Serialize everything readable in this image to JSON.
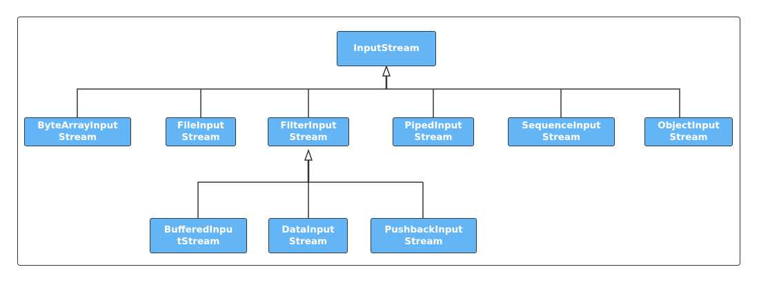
{
  "diagram": {
    "type": "class-inheritance-tree",
    "colors": {
      "node_fill": "#64b5f6",
      "node_border": "#2f3b47",
      "node_text": "#ffffff",
      "edge": "#333333"
    },
    "nodes": {
      "input_stream": "InputStream",
      "byte_array_input_stream": "ByteArrayInput\nStream",
      "file_input_stream": "FileInput\nStream",
      "filter_input_stream": "FilterInput\nStream",
      "piped_input_stream": "PipedInput\nStream",
      "sequence_input_stream": "SequenceInput\nStream",
      "object_input_stream": "ObjectInput\nStream",
      "buffered_input_stream": "BufferedInpu\ntStream",
      "data_input_stream": "DataInput\nStream",
      "pushback_input_stream": "PushbackInput\nStream"
    },
    "edges": [
      {
        "child": "byte_array_input_stream",
        "parent": "input_stream"
      },
      {
        "child": "file_input_stream",
        "parent": "input_stream"
      },
      {
        "child": "filter_input_stream",
        "parent": "input_stream"
      },
      {
        "child": "piped_input_stream",
        "parent": "input_stream"
      },
      {
        "child": "sequence_input_stream",
        "parent": "input_stream"
      },
      {
        "child": "object_input_stream",
        "parent": "input_stream"
      },
      {
        "child": "buffered_input_stream",
        "parent": "filter_input_stream"
      },
      {
        "child": "data_input_stream",
        "parent": "filter_input_stream"
      },
      {
        "child": "pushback_input_stream",
        "parent": "filter_input_stream"
      }
    ]
  }
}
